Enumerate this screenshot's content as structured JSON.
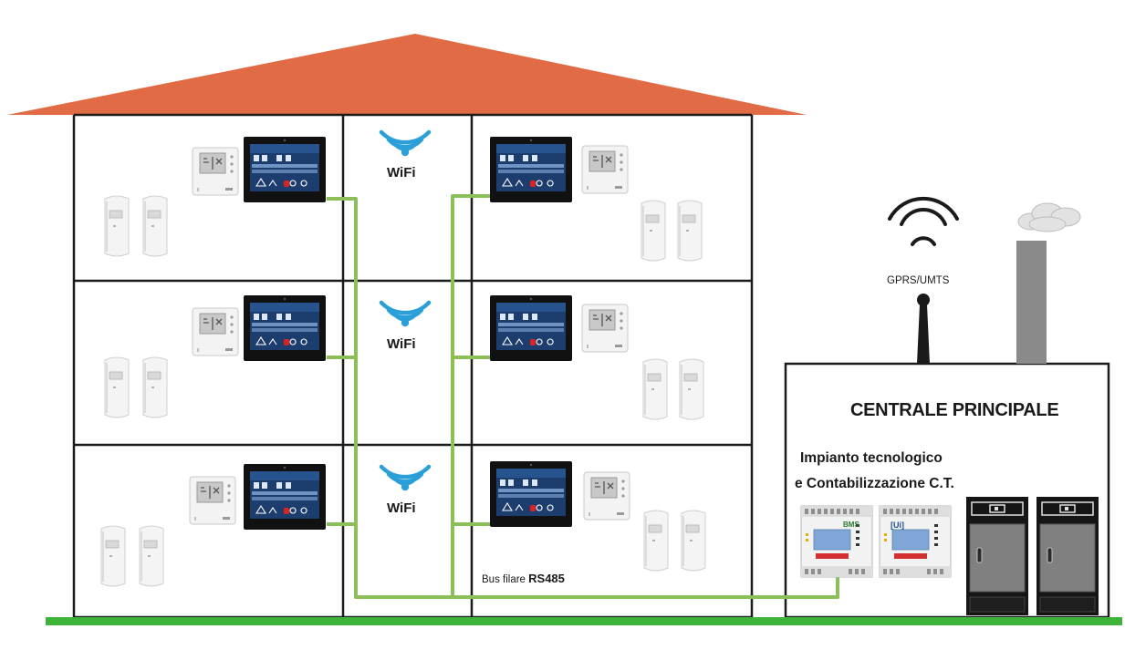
{
  "labels": {
    "wifi": "WiFi",
    "gprs": "GPRS/UMTS",
    "centrale_title": "CENTRALE PRINCIPALE",
    "impianto_line1": "Impianto tecnologico",
    "impianto_line2": "e Contabilizzazione C.T.",
    "bus_prefix": "Bus filare",
    "bus_suffix": "RS485"
  },
  "device_text": {
    "module_left": "BMS",
    "module_right": "[Ui]"
  },
  "colors": {
    "roof": "#e06b44",
    "wall_outline": "#1a1a1a",
    "bus_line": "#8cbe5a",
    "ground": "#3db33a",
    "wifi_blue": "#2a9fd8",
    "chimney": "#8a8a8a",
    "boiler": "#7a7a7a"
  },
  "icons": [
    "wifi-icon",
    "gprs-antenna-icon",
    "smoke-cloud-icon",
    "thermostat-icon",
    "touch-panel-icon",
    "radiator-valve-icon",
    "boiler-icon",
    "din-module-icon"
  ]
}
